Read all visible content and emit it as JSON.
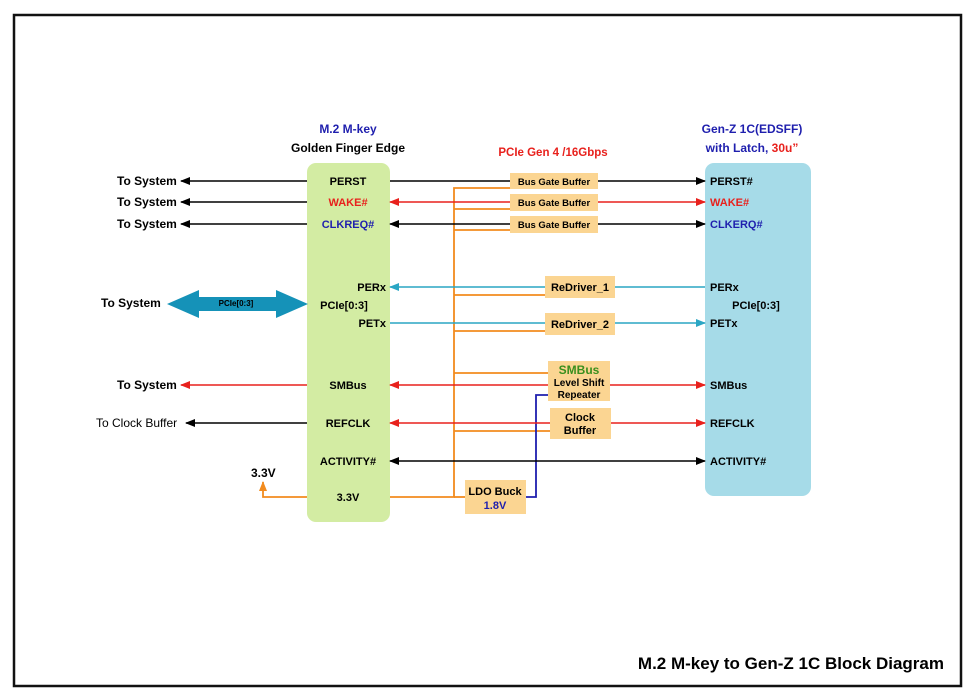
{
  "title": "M.2 M-key to Gen-Z 1C Block Diagram",
  "left_block": {
    "header_line1": "M.2 M-key",
    "header_line2": "Golden Finger Edge",
    "pins": {
      "perst": "PERST",
      "wake": "WAKE#",
      "clkreq": "CLKREQ#",
      "perx": "PERx",
      "pcie": "PCIe[0:3]",
      "petx": "PETx",
      "smbus": "SMBus",
      "refclk": "REFCLK",
      "activity": "ACTIVITY#",
      "v33": "3.3V"
    }
  },
  "right_block": {
    "header_line1": "Gen-Z 1C(EDSFF)",
    "header_line2_a": "with Latch, ",
    "header_line2_b": "30u”",
    "pins": {
      "perst": "PERST#",
      "wake": "WAKE#",
      "clkreq": "CLKERQ#",
      "perx": "PERx",
      "pcie": "PCIe[0:3]",
      "petx": "PETx",
      "smbus": "SMBus",
      "refclk": "REFCLK",
      "activity": "ACTIVITY#"
    }
  },
  "pcie_gen_label": "PCIe Gen 4 /16Gbps",
  "system_labels": {
    "perst": "To System",
    "wake": "To System",
    "clkreq": "To System",
    "pcie": "To System",
    "pcie_arrow": "PCIe[0:3]",
    "smbus": "To System",
    "refclk": "To Clock Buffer",
    "v33": "3.3V"
  },
  "components": {
    "bus_gate_1": "Bus Gate Buffer",
    "bus_gate_2": "Bus Gate Buffer",
    "bus_gate_3": "Bus Gate Buffer",
    "redriver_1": "ReDriver_1",
    "redriver_2": "ReDriver_2",
    "smbus_title": "SMBus",
    "smbus_line2": "Level Shift",
    "smbus_line3": "Repeater",
    "clock_line1": "Clock",
    "clock_line2": "Buffer",
    "ldo_line1": "LDO Buck",
    "ldo_line2": "1.8V"
  },
  "colors": {
    "green_block": "#d3eca3",
    "blue_block": "#a6dbe8",
    "component": "#fbd592",
    "orange": "#f28b1e",
    "red": "#e8211d",
    "cyan": "#2aa6c4",
    "navy": "#1f1fae",
    "big_arrow": "#1592b8"
  }
}
